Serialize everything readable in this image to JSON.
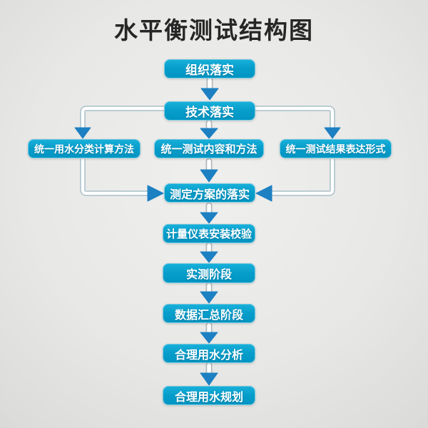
{
  "title": "水平衡测试结构图",
  "colors": {
    "node_fill": "#0a9fcb",
    "node_text": "#ffffff",
    "arrow_head": "#1d80c2",
    "connector_line": "#a9bfc9",
    "background": "#e7e7e5",
    "title_text": "#262626"
  },
  "nodes": [
    {
      "id": "organization",
      "label": "组织落实"
    },
    {
      "id": "technical",
      "label": "技术落实"
    },
    {
      "id": "unify-water-category",
      "label": "统一用水分类计算方法"
    },
    {
      "id": "unify-test-content",
      "label": "统一测试内容和方法"
    },
    {
      "id": "unify-result-format",
      "label": "统一测试结果表达形式"
    },
    {
      "id": "plan-implementation",
      "label": "测定方案的落实"
    },
    {
      "id": "meter-calibration",
      "label": "计量仪表安装校验"
    },
    {
      "id": "measurement-stage",
      "label": "实测阶段"
    },
    {
      "id": "data-summary-stage",
      "label": "数据汇总阶段"
    },
    {
      "id": "rational-use-analysis",
      "label": "合理用水分析"
    },
    {
      "id": "rational-use-planning",
      "label": "合理用水规划"
    }
  ],
  "edges": [
    {
      "from": "organization",
      "to": "technical"
    },
    {
      "from": "technical",
      "to": "unify-water-category"
    },
    {
      "from": "technical",
      "to": "unify-test-content"
    },
    {
      "from": "technical",
      "to": "unify-result-format"
    },
    {
      "from": "unify-water-category",
      "to": "plan-implementation"
    },
    {
      "from": "unify-test-content",
      "to": "plan-implementation"
    },
    {
      "from": "unify-result-format",
      "to": "plan-implementation"
    },
    {
      "from": "plan-implementation",
      "to": "meter-calibration"
    },
    {
      "from": "meter-calibration",
      "to": "measurement-stage"
    },
    {
      "from": "measurement-stage",
      "to": "data-summary-stage"
    },
    {
      "from": "data-summary-stage",
      "to": "rational-use-analysis"
    },
    {
      "from": "rational-use-analysis",
      "to": "rational-use-planning"
    }
  ]
}
